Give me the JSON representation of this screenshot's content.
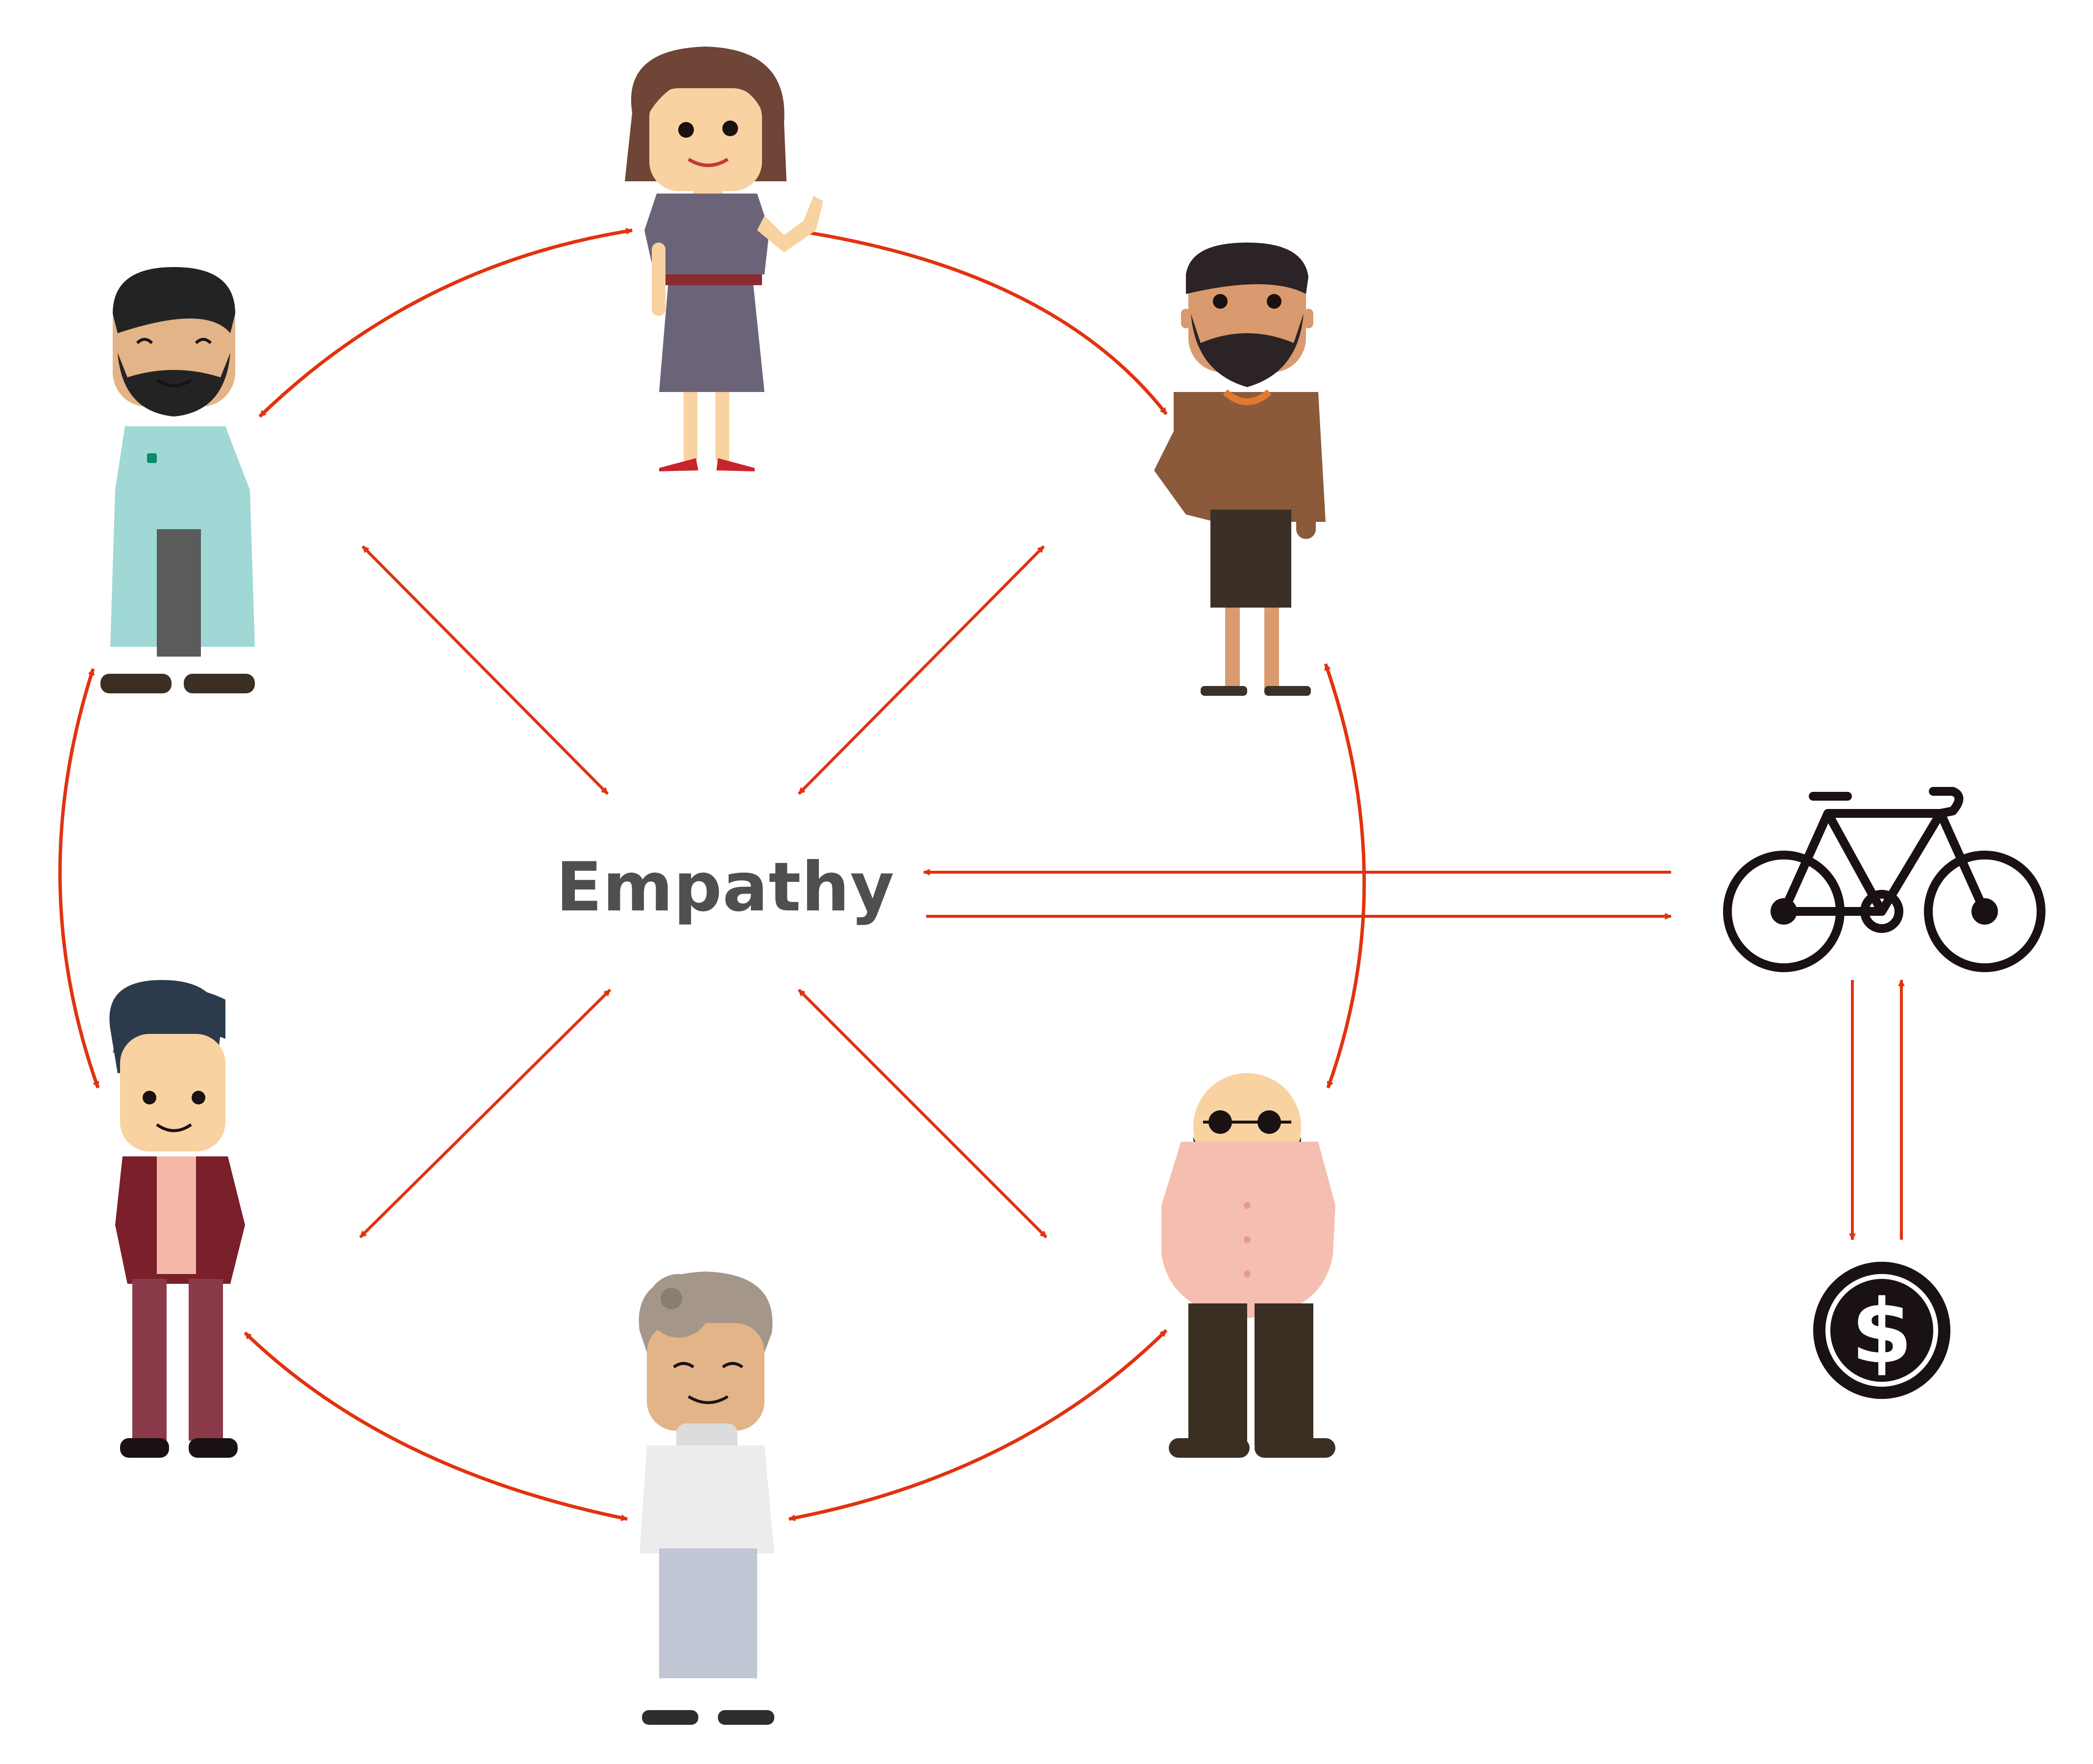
{
  "center": {
    "label": "Empathy"
  },
  "colors": {
    "arrow": "#e2320f",
    "icon": "#1a1112",
    "text": "#4f4f4f",
    "skin": "#f8d2a0",
    "skin_tan": "#d89a6e"
  },
  "nodes": [
    {
      "role": "person",
      "icon": "woman-in-purple-dress-icon"
    },
    {
      "role": "person",
      "icon": "bearded-man-in-brown-sweater-icon"
    },
    {
      "role": "person",
      "icon": "bald-man-in-sunglasses-icon"
    },
    {
      "role": "person",
      "icon": "grey-haired-man-in-white-robe-icon"
    },
    {
      "role": "person",
      "icon": "young-man-in-maroon-suit-icon"
    },
    {
      "role": "person",
      "icon": "bearded-man-in-teal-coat-icon"
    }
  ],
  "side_items": [
    {
      "icon": "bicycle-icon"
    },
    {
      "icon": "dollar-coin-icon",
      "symbol": "$"
    }
  ]
}
